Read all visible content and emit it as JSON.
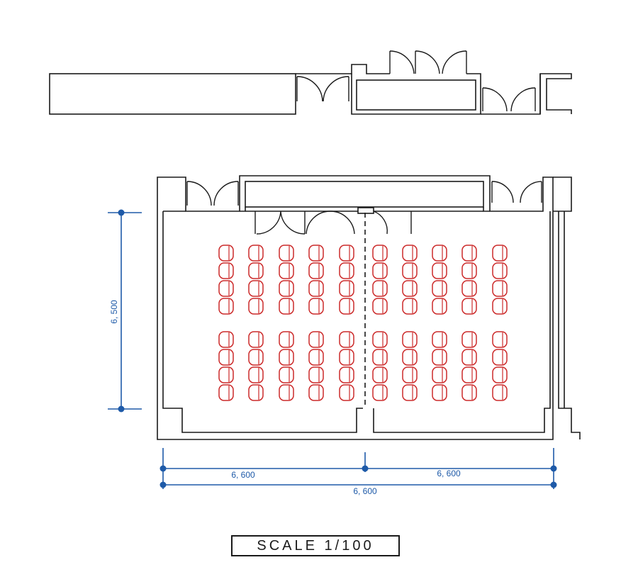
{
  "dimensions": {
    "height_label": "6, 500",
    "width_left_label": "6, 600",
    "width_right_label": "6, 600",
    "width_total_label": "6, 600"
  },
  "scale": {
    "label": "SCALE  1/100"
  },
  "seating": {
    "layout": "classroom",
    "blocks": 2,
    "columns": 10,
    "rows_per_block": 4,
    "chair_count": 80
  },
  "colors": {
    "walls": "#1a1a1a",
    "chairs": "#cc2a2a",
    "dimensions": "#1e5aa8"
  }
}
